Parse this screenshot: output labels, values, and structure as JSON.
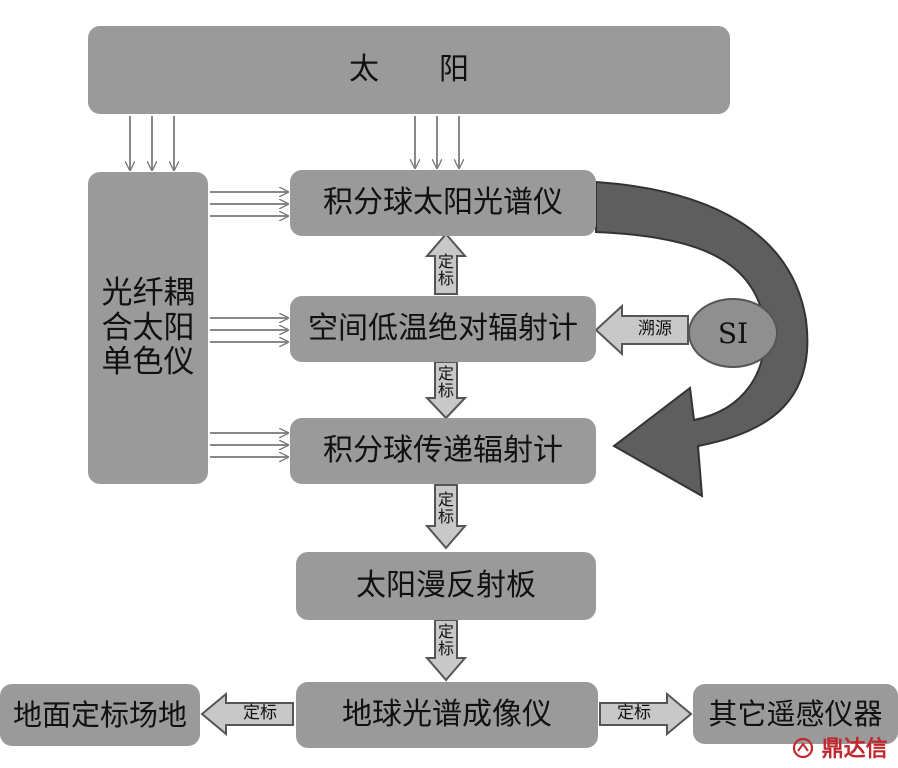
{
  "diagram": {
    "sun": "太　　阳",
    "monochromator": "光纤耦\n合太阳\n单色仪",
    "sphere_spectrometer": "积分球太阳光谱仪",
    "cryogenic_radiometer": "空间低温绝对辐射计",
    "transfer_radiometer": "积分球传递辐射计",
    "diffuser": "太阳漫反射板",
    "imaging_spectrometer": "地球光谱成像仪",
    "ground_site": "地面定标场地",
    "other_sensors": "其它遥感仪器",
    "si": "SI",
    "traceability": "溯源",
    "calib_vertical": "定\n标",
    "calib_horizontal": "定标"
  },
  "brand": "鼎达信",
  "colors": {
    "box": "#9a9a9a",
    "block_arrow": "#c8c8c8",
    "curved_arrow": "#5e5e5e",
    "brand": "#c0282e"
  }
}
